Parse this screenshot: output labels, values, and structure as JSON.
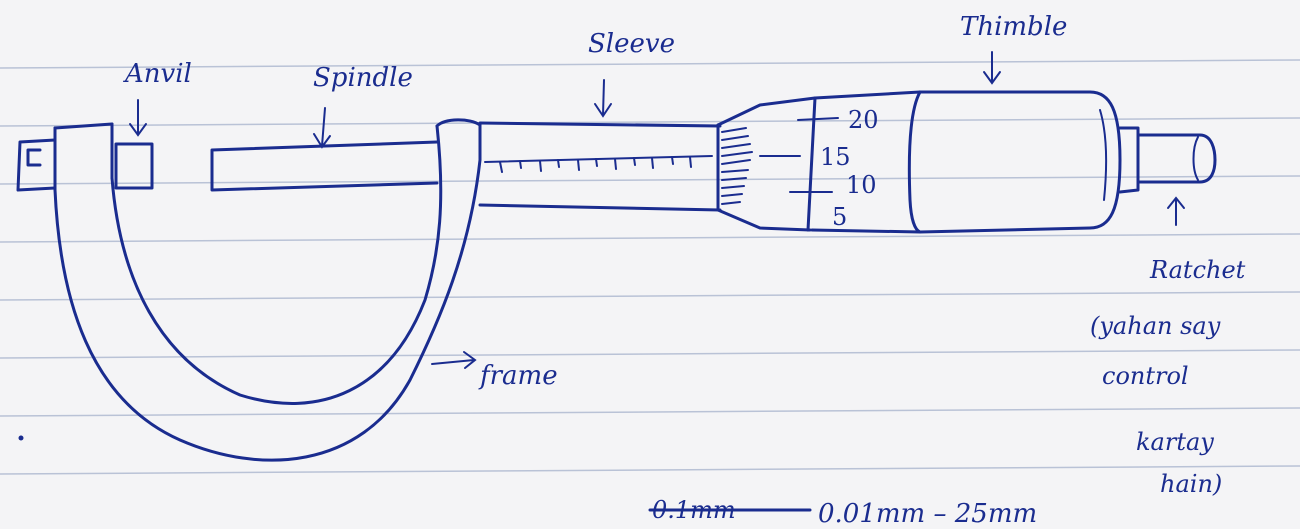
{
  "labels": {
    "anvil": "Anvil",
    "spindle": "Spindle",
    "sleeve": "Sleeve",
    "thimble": "Thimble",
    "frame": "frame",
    "ratchet_lines": [
      "Ratchet",
      "(yahan say",
      "control",
      "kartay",
      "hain)"
    ],
    "range": "0.01mm – 25mm",
    "range_strike": "0.1mm"
  },
  "thimble_scale": [
    "20",
    "15",
    "10",
    "5"
  ],
  "colors": {
    "ink": "#1a2c8f",
    "paper": "#f4f4f6",
    "rule": "#b9c2d6"
  }
}
